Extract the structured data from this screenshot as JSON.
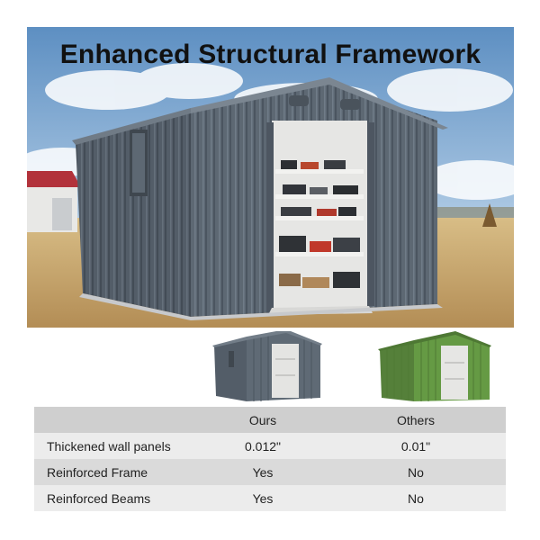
{
  "hero": {
    "title": "Enhanced Structural Framework"
  },
  "comparison": {
    "headers": {
      "feature": "",
      "ours": "Ours",
      "others": "Others"
    },
    "rows": [
      {
        "feature": "Thickened wall panels",
        "ours": "0.012\"",
        "others": "0.01\""
      },
      {
        "feature": "Reinforced Frame",
        "ours": "Yes",
        "others": "No"
      },
      {
        "feature": "Reinforced Beams",
        "ours": "Yes",
        "others": "No"
      }
    ]
  },
  "colors": {
    "shed_ours": "#5f6a75",
    "shed_others": "#5f8a3c",
    "sky": "#8fb4d8",
    "field": "#c9a96c"
  }
}
